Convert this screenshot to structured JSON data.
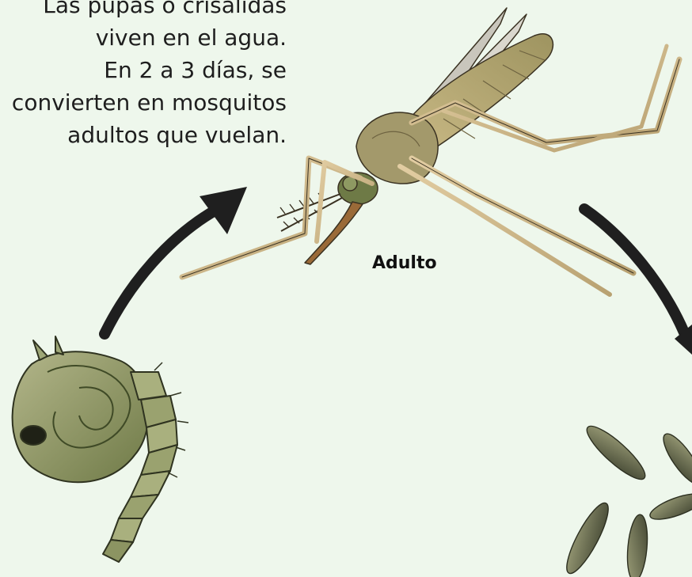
{
  "caption": {
    "lines": [
      "Las pupas o crisálidas",
      "viven en el agua.",
      "En 2 a 3 días, se",
      "convierten en mosquitos",
      "adultos que vuelan."
    ]
  },
  "stages": {
    "adult_label": "Adulto"
  },
  "icons": {
    "adult": "mosquito-adult-icon",
    "pupa": "mosquito-pupa-icon",
    "eggs": "mosquito-eggs-icon",
    "arrow": "cycle-arrow-icon"
  },
  "colors": {
    "background": "#eef7ec",
    "arrow": "#1f1f1f",
    "leg": "#cfb98e",
    "body": "#a89b6a",
    "pupa": "#7d8656",
    "egg": "#5f6344"
  }
}
